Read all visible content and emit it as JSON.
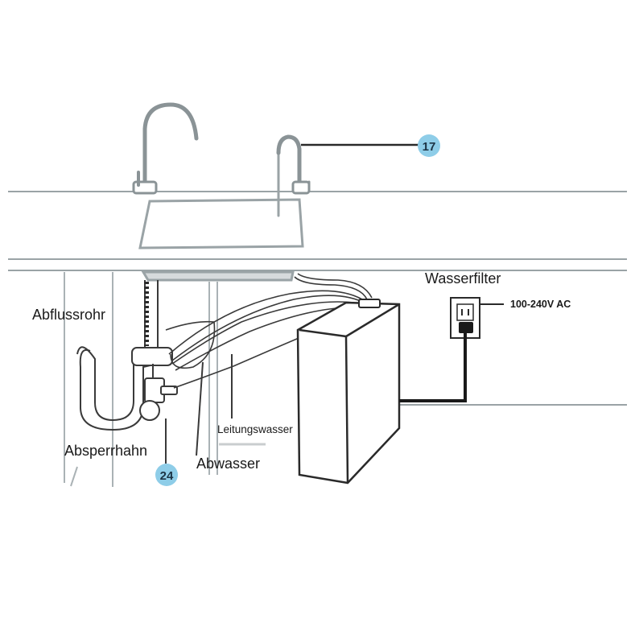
{
  "diagram": {
    "labels": {
      "faucet_callout": "17",
      "water_filter": "Wasserfilter",
      "power": "100-240V AC",
      "drain_pipe": "Abflussrohr",
      "shutoff_valve": "Absperrhahn",
      "valve_callout": "24",
      "waste_water": "Abwasser",
      "tap_water": "Leitungswasser"
    },
    "colors": {
      "line": "#3a3a3a",
      "countertop": "#9aa3a6",
      "callout_badge": "#8ecde8",
      "callout_text": "#1c3344"
    }
  }
}
